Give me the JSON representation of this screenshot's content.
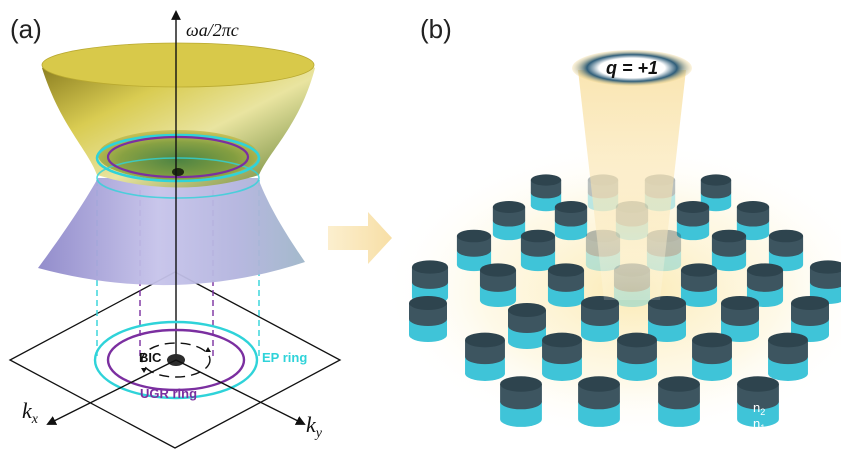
{
  "panel_a": {
    "label": "(a)",
    "axis_vertical": "ωa/2πc",
    "axis_kx": "k",
    "axis_kx_sub": "x",
    "axis_ky": "k",
    "axis_ky_sub": "y",
    "bic_label": "BIC",
    "ep_ring_label": "EP ring",
    "ugr_ring_label": "UGR ring"
  },
  "panel_b": {
    "label": "(b)",
    "charge_label": "q = +1",
    "index_top": "n",
    "index_top_sub": "2",
    "index_bottom": "n",
    "index_bottom_sub": "1"
  },
  "arrow": {
    "direction": "right"
  },
  "colors": {
    "ep_ring": "#2fd3d9",
    "ugr_ring": "#7b2fa0",
    "upper_band": "#c8b832",
    "lower_band": "#a89bd6",
    "pillar_top": "#3d5560",
    "pillar_bottom": "#3fc4d8",
    "glow": "#f6d98a",
    "arrow": "#f7e2b0"
  }
}
